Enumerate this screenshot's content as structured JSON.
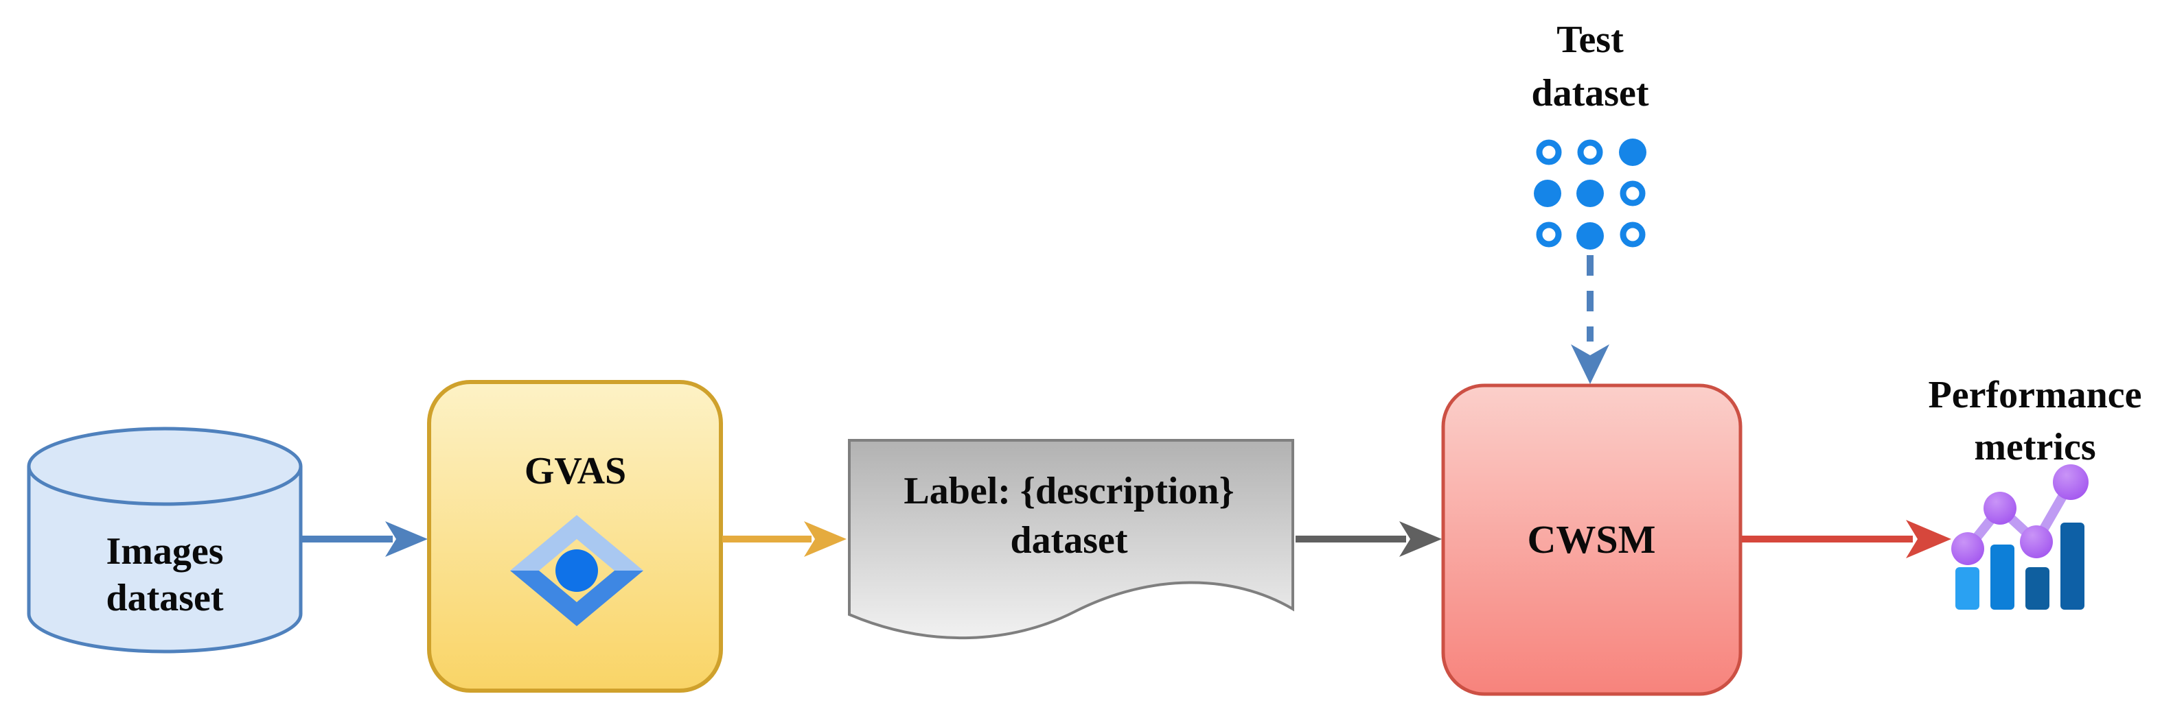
{
  "figure": {
    "kind": "pipeline-flowchart",
    "background": "#ffffff",
    "text_color": "#0a0a0a"
  },
  "nodes": {
    "images_dataset": {
      "shape": "cylinder-database",
      "lines": [
        "Images",
        "dataset"
      ],
      "fill": "#d9e7f8",
      "border": "#4f81bd"
    },
    "gvas": {
      "shape": "rounded-square",
      "label": "GVAS",
      "fill_top": "#fdf2c6",
      "fill_bottom": "#f9d466",
      "border": "#cfa12c",
      "icon": "vision-diamond-icon",
      "icon_top_color": "#a9c8f1",
      "icon_bottom_color": "#3e87e3",
      "icon_dot_color": "#0f72e8"
    },
    "label_dataset": {
      "shape": "wave-document",
      "lines": [
        "Label: {description}",
        "dataset"
      ],
      "fill_top": "#b2b2b2",
      "fill_bottom": "#f1f1f1",
      "border": "#7f7f7f"
    },
    "cwsm": {
      "shape": "rounded-square",
      "label": "CWSM",
      "fill_top": "#fbcfca",
      "fill_bottom": "#f7837c",
      "border": "#cc5044"
    },
    "test_dataset": {
      "lines": [
        "Test",
        "dataset"
      ],
      "icon": "dot-grid-icon",
      "dot_color": "#1585e8",
      "dot_pattern": [
        [
          "hollow",
          "hollow",
          "filled"
        ],
        [
          "filled",
          "filled",
          "hollow"
        ],
        [
          "hollow",
          "filled",
          "hollow"
        ]
      ]
    },
    "performance_metrics": {
      "lines": [
        "Performance",
        "metrics"
      ],
      "icon": "bar-line-chart-icon",
      "bar_colors": [
        "#2aa1f2",
        "#0d7fd8",
        "#0f5f9f",
        "#0e60a6"
      ],
      "line_color": "#bf9bf3",
      "marker_color_light": "#c994f7",
      "marker_color_dark": "#9e4fee"
    }
  },
  "connectors": [
    {
      "from": "images_dataset",
      "to": "gvas",
      "style": "solid",
      "color": "#4f81bd"
    },
    {
      "from": "gvas",
      "to": "label_dataset",
      "style": "solid",
      "color": "#e5ab3e"
    },
    {
      "from": "label_dataset",
      "to": "cwsm",
      "style": "solid",
      "color": "#606060"
    },
    {
      "from": "test_dataset",
      "to": "cwsm",
      "style": "dashed",
      "color": "#4f81bd"
    },
    {
      "from": "cwsm",
      "to": "performance_metrics",
      "style": "solid",
      "color": "#d6473c"
    }
  ]
}
